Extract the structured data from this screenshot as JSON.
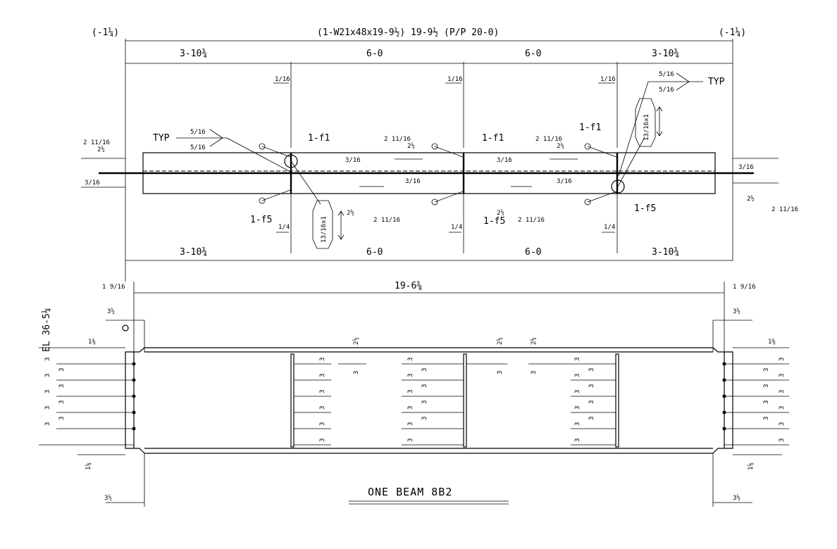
{
  "plan": {
    "top_title": "(1-W21x48x19-9½)  19-9½  (P/P 20-0)",
    "left_offset": "(-1¼)",
    "right_offset": "(-1¼)",
    "top_dims": [
      "3-10¾",
      "6-0",
      "6-0",
      "3-10¾"
    ],
    "bottom_dims": [
      "3-10¾",
      "6-0",
      "6-0",
      "3-10¾"
    ],
    "weld_callouts_top": [
      "1/16",
      "1/16",
      "1/16"
    ],
    "weld_callouts_bottom": [
      "1/4",
      "1/4",
      "1/4"
    ],
    "typ_label": "TYP",
    "weld_size_top": "5/16",
    "weld_size_bottom": "5/16",
    "hole_label_f1": "1-f1",
    "hole_label_f5": "1-f5",
    "slot_label": "13/16x1",
    "gauge_a": "2 11/16",
    "gauge_b": "2½",
    "gauge_c": "3/16"
  },
  "elevation": {
    "overall_dim": "19-6⅜",
    "end_offset": "1 9/16",
    "el_label": "EL 36-5¼",
    "end_edge": "3½",
    "flange_dim": "1⅜",
    "bottom_flange_dim": "1⅛",
    "bottom_edge": "3½",
    "pitch": "3",
    "stiffener_edge": "2½",
    "title": "ONE BEAM 8B2"
  }
}
